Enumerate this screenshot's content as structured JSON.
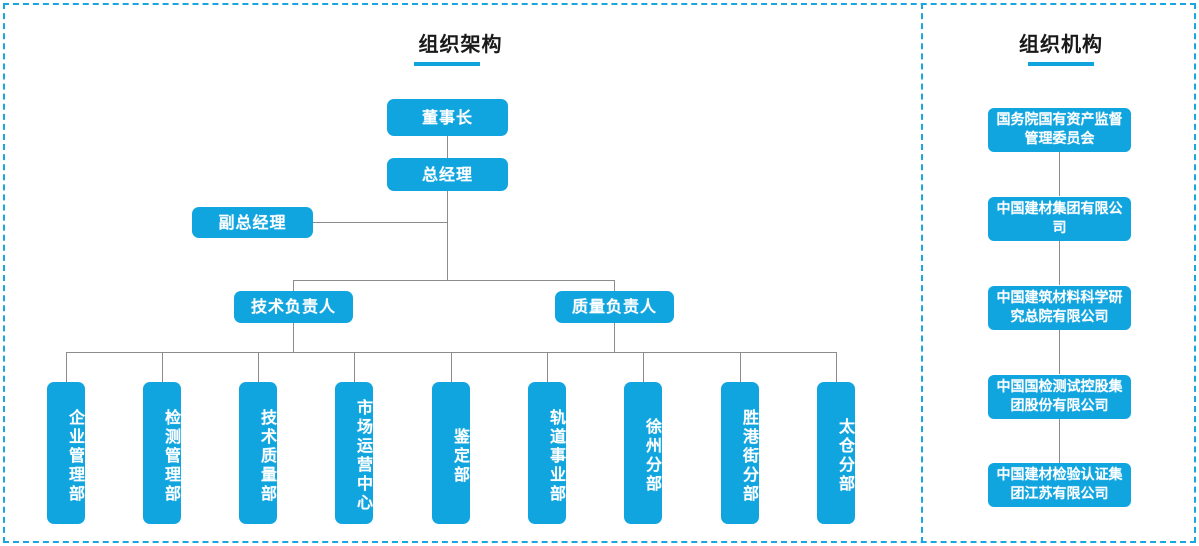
{
  "panels": {
    "left": {
      "title": "组织架构",
      "nodes": {
        "chairman": "董事长",
        "general_manager": "总经理",
        "deputy_general_manager": "副总经理",
        "technical_director": "技术负责人",
        "quality_director": "质量负责人"
      },
      "departments": [
        {
          "label": "企业管理部"
        },
        {
          "label": "检测管理部"
        },
        {
          "label": "技术质量部"
        },
        {
          "label": "市场运营中心"
        },
        {
          "label": "鉴定部"
        },
        {
          "label": "轨道事业部"
        },
        {
          "label": "徐州分部"
        },
        {
          "label": "胜港街分部"
        },
        {
          "label": "太仓分部"
        }
      ]
    },
    "right": {
      "title": "组织机构",
      "institutions": [
        {
          "label": "国务院国有资产监督管理委员会"
        },
        {
          "label": "中国建材集团有限公司"
        },
        {
          "label": "中国建筑材料科学研究总院有限公司"
        },
        {
          "label": "中国国检测试控股集团股份有限公司"
        },
        {
          "label": "中国建材检验认证集团江苏有限公司"
        }
      ]
    }
  },
  "colors": {
    "node_blue": "#11a5e0",
    "accent_blue": "#0fa4de",
    "dashed_border": "#1aa7e0",
    "connector_gray": "#8c8c8c",
    "title_text": "#1a1a1a",
    "node_text": "#ffffff",
    "background": "#ffffff"
  }
}
